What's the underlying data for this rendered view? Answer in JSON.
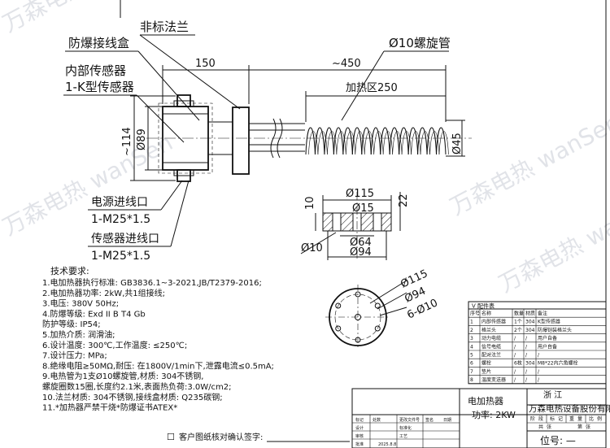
{
  "callouts": {
    "flange": "非标法兰",
    "box": "防爆接线盒",
    "sensor_line1": "内部传感器",
    "sensor_line2": "1-K型传感器",
    "coil": "Ø10螺旋管",
    "power_inlet_line1": "电源进线口",
    "power_inlet_line2": "1-M25*1.5",
    "sensor_inlet_line1": "传感器进线口",
    "sensor_inlet_line2": "1-M25*1.5"
  },
  "dimensions": {
    "d150": "150",
    "d450": "~450",
    "heat_zone": "加热区250",
    "d114": "~114",
    "d89": "Ø89",
    "d45": "Ø45",
    "d10a": "10",
    "d115": "Ø115",
    "d15": "Ø15",
    "d22": "22",
    "d64": "Ø64",
    "d10b": "Ø10",
    "d94": "Ø94",
    "c115": "Ø115",
    "c94": "Ø94",
    "c610": "6-Ø10"
  },
  "tech": {
    "title": "技术要求:",
    "lines": [
      "1.电加热器执行标准: GB3836.1~3-2021,JB/T2379-2016;",
      "2.电加热器功率: 2kW,共1组接线;",
      "3.电压: 380V 50Hz;",
      "4.防爆等级: Exd II B T4 Gb",
      "  防护等级: IP54;",
      "5.加热介质: 润滑油;",
      "6.设计温度: 300℃,工作温度: ≤250℃;",
      "7.设计压力: MPa;",
      "8.绝缘电阻≥50MΩ,耐压: 在1800V/1min下,泄露电流≤0.5mA;",
      "9.电热管为1支Ø10螺旋管,材质: 304不锈钢,",
      "  螺旋圈数15圈,长度约2.1米,表面热负荷:3.0W/cm2;",
      "10.法兰材质: 304不锈钢,接线盒材质: Q235碳钢;",
      "11.*加热器严禁干烧*防爆证书ATEX*"
    ]
  },
  "bom": {
    "title": "V 配件表",
    "headers": [
      "序号",
      "名称",
      "数量",
      "材质",
      "备注"
    ],
    "rows": [
      [
        "1",
        "内部传感器",
        "1个",
        "304",
        "K型传感器"
      ],
      [
        "2",
        "格兰头",
        "2个",
        "304",
        "防爆铠装格兰头"
      ],
      [
        "3",
        "动力电缆",
        "/",
        "/",
        "用户自备"
      ],
      [
        "4",
        "信号电缆",
        "/",
        "/",
        "用户自备"
      ],
      [
        "5",
        "配对法兰",
        "/",
        "/",
        "/"
      ],
      [
        "6",
        "螺栓",
        "6枚",
        "304",
        "M8*22内六角螺栓"
      ],
      [
        "7",
        "垫片",
        "/",
        "/",
        "/"
      ],
      [
        "8",
        "温度变送器",
        "/",
        "/",
        "/"
      ]
    ]
  },
  "titleblock": {
    "province": "浙 江",
    "company": "万森电热设备股份有限公司",
    "product": "电加热器",
    "power": "功率: 2KW",
    "pos": "位号: —",
    "customer_confirm": "客户图纸核对确认签字:",
    "row_labels": [
      "标记",
      "处数",
      "更改文件号",
      "签名",
      "日期",
      "标准化",
      "审核",
      "设计",
      "工艺",
      "批准"
    ],
    "small": [
      "阶",
      "段",
      "标",
      "记",
      "重",
      "量",
      "比",
      "例",
      "共",
      "张",
      "第",
      "张"
    ],
    "date": "2025.8.8"
  },
  "watermark": "万森电热 wanSen"
}
